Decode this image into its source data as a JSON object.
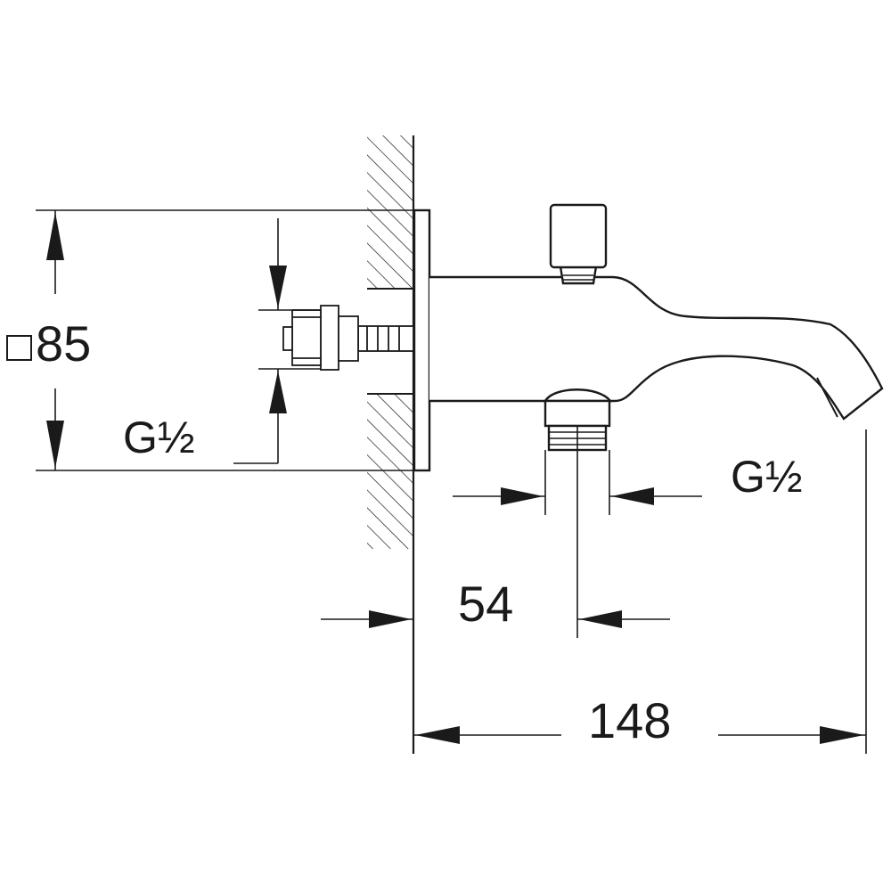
{
  "drawing": {
    "line_color": "#1a1a1a",
    "background": "#ffffff",
    "icons": {
      "square_symbol": "square-outline-symbol"
    },
    "labels": {
      "wall_square": "85",
      "thread_inlet": "G½",
      "thread_outlet": "G½",
      "projection_to_diverter": "54",
      "total_projection": "148"
    }
  }
}
